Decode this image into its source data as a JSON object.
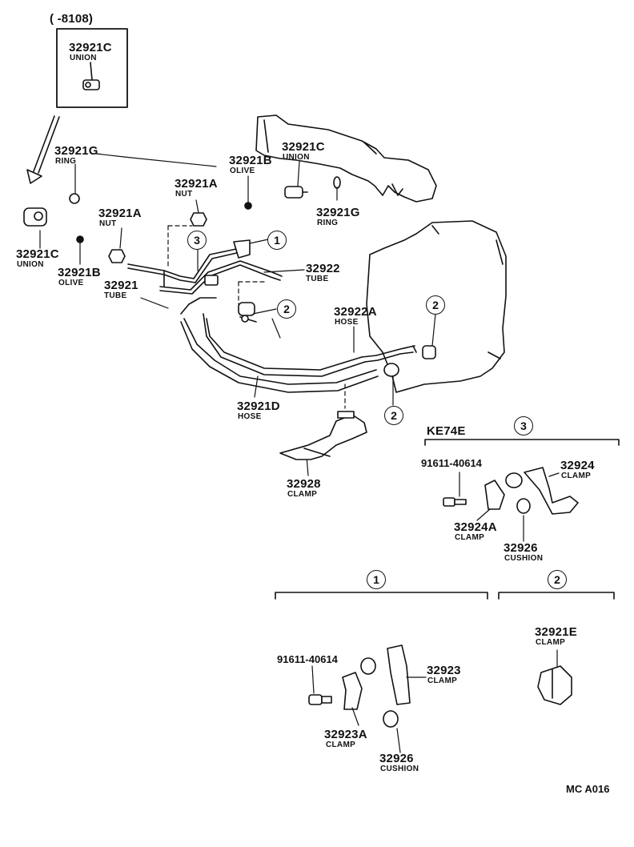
{
  "inset": {
    "range": "(      -8108)",
    "part": "32921C",
    "name": "UNION"
  },
  "parts": {
    "p32921G_top": {
      "num": "32921G",
      "name": "RING"
    },
    "p32921B_top": {
      "num": "32921B",
      "name": "OLIVE"
    },
    "p32921C_top": {
      "num": "32921C",
      "name": "UNION"
    },
    "p32921G_right": {
      "num": "32921G",
      "name": "RING"
    },
    "p32921A_upper": {
      "num": "32921A",
      "name": "NUT"
    },
    "p32921A_left": {
      "num": "32921A",
      "name": "NUT"
    },
    "p32921C_left": {
      "num": "32921C",
      "name": "UNION"
    },
    "p32921B_left": {
      "num": "32921B",
      "name": "OLIVE"
    },
    "p32921": {
      "num": "32921",
      "name": "TUBE"
    },
    "p32922": {
      "num": "32922",
      "name": "TUBE"
    },
    "p32922A": {
      "num": "32922A",
      "name": "HOSE"
    },
    "p32921D": {
      "num": "32921D",
      "name": "HOSE"
    },
    "p32928": {
      "num": "32928",
      "name": "CLAMP"
    }
  },
  "callouts": {
    "c1": "1",
    "c2": "2",
    "c3": "3"
  },
  "detail3": {
    "header": "KE74E",
    "bolt": {
      "num": "91611-40614"
    },
    "clamp_a": {
      "num": "32924",
      "name": "CLAMP"
    },
    "clamp_b": {
      "num": "32924A",
      "name": "CLAMP"
    },
    "cushion": {
      "num": "32926",
      "name": "CUSHION"
    }
  },
  "detail1": {
    "bolt": {
      "num": "91611-40614"
    },
    "clamp_a": {
      "num": "32923",
      "name": "CLAMP"
    },
    "clamp_b": {
      "num": "32923A",
      "name": "CLAMP"
    },
    "cushion": {
      "num": "32926",
      "name": "CUSHION"
    }
  },
  "detail2": {
    "clamp": {
      "num": "32921E",
      "name": "CLAMP"
    }
  },
  "figure_code": "MC A016"
}
